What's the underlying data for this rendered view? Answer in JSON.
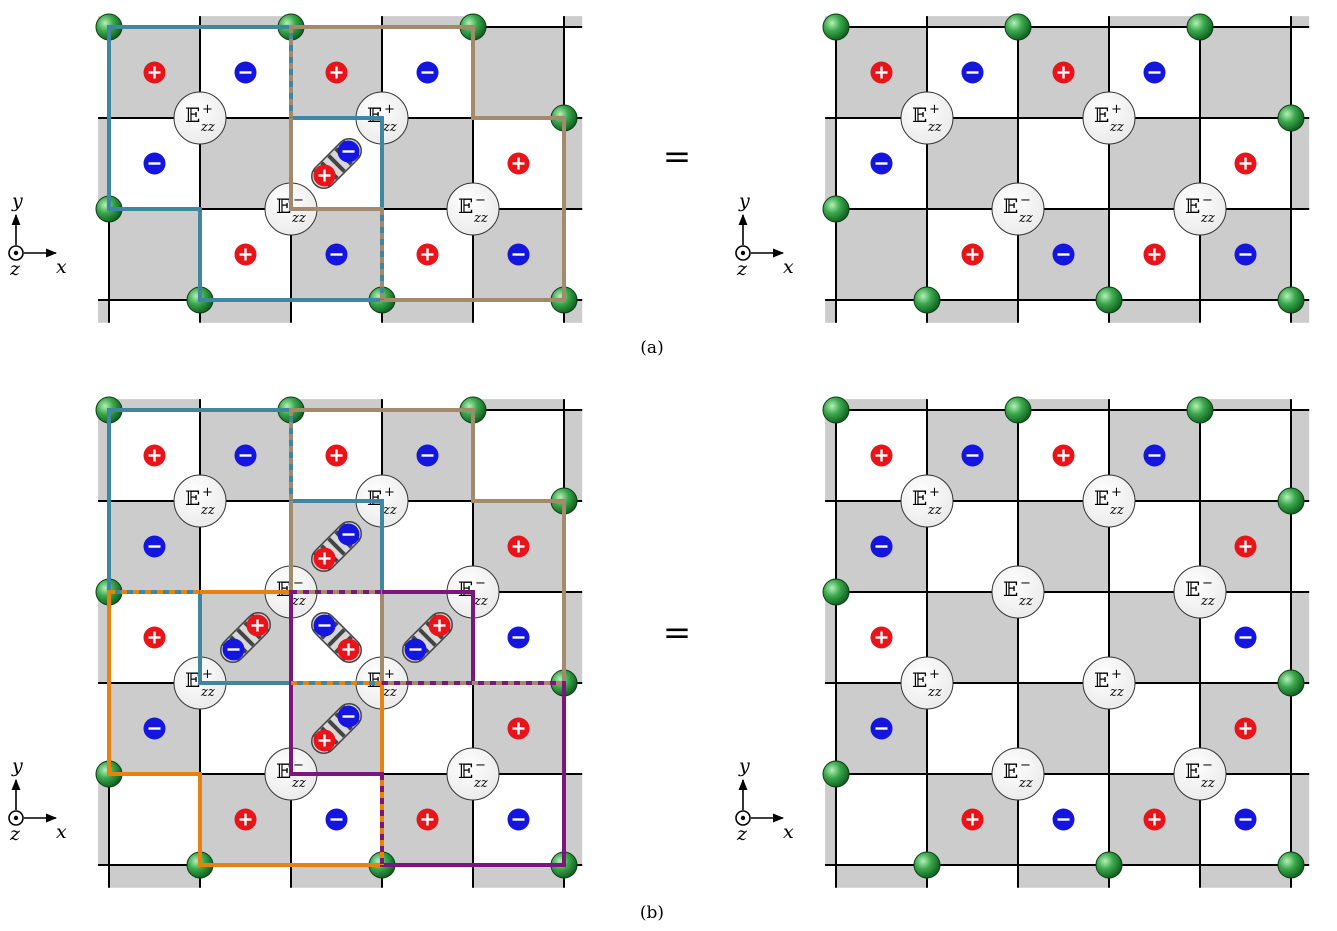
{
  "captions": {
    "a": "(a)",
    "b": "(b)"
  },
  "equals_sign": "=",
  "axes": {
    "y": "y",
    "x": "x",
    "z": "z"
  },
  "operator": {
    "letter": "𝔼",
    "subscript": "zz",
    "plus": "+",
    "minus": "−"
  },
  "colors": {
    "gray_cell": "#cccccc",
    "plus_charge": "#e8141a",
    "minus_charge": "#1515e0",
    "green_site": "#2e9e44",
    "box_blue": "#3f86a0",
    "box_tan": "#a38a6a",
    "box_orange": "#e8820e",
    "box_purple": "#79177d"
  },
  "legend_glyphs": {
    "plus_charge": "+",
    "minus_charge": "−"
  }
}
